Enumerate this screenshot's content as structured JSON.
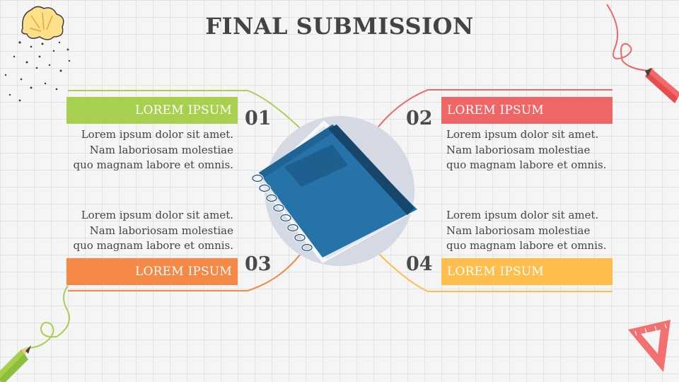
{
  "title": "FINAL SUBMISSION",
  "colors": {
    "green": "#a8d04f",
    "red": "#f06565",
    "orange": "#f58845",
    "yellow": "#ffbe4c",
    "notebook": "#2472a8",
    "background": "#f5f5f5"
  },
  "items": [
    {
      "number": "01",
      "label": "LOREM IPSUM",
      "text": [
        "Lorem ipsum dolor sit amet.",
        "Nam laboriosam molestiae",
        "quo magnam labore et omnis."
      ]
    },
    {
      "number": "02",
      "label": "LOREM IPSUM",
      "text": [
        "Lorem ipsum dolor sit amet.",
        "Nam laboriosam molestiae",
        "quo magnam labore et omnis."
      ]
    },
    {
      "number": "03",
      "label": "LOREM IPSUM",
      "text": [
        "Lorem ipsum dolor sit amet.",
        "Nam laboriosam molestiae",
        "quo magnam labore et omnis."
      ]
    },
    {
      "number": "04",
      "label": "LOREM IPSUM",
      "text": [
        "Lorem ipsum dolor sit amet.",
        "Nam laboriosam molestiae",
        "quo magnam labore et omnis."
      ]
    }
  ],
  "icons": {
    "center": "notebook-icon",
    "top_left": "pencil-shavings-icon",
    "top_right": "red-pencil-icon",
    "bottom_left": "green-pencil-icon",
    "bottom_right": "triangle-ruler-icon"
  }
}
